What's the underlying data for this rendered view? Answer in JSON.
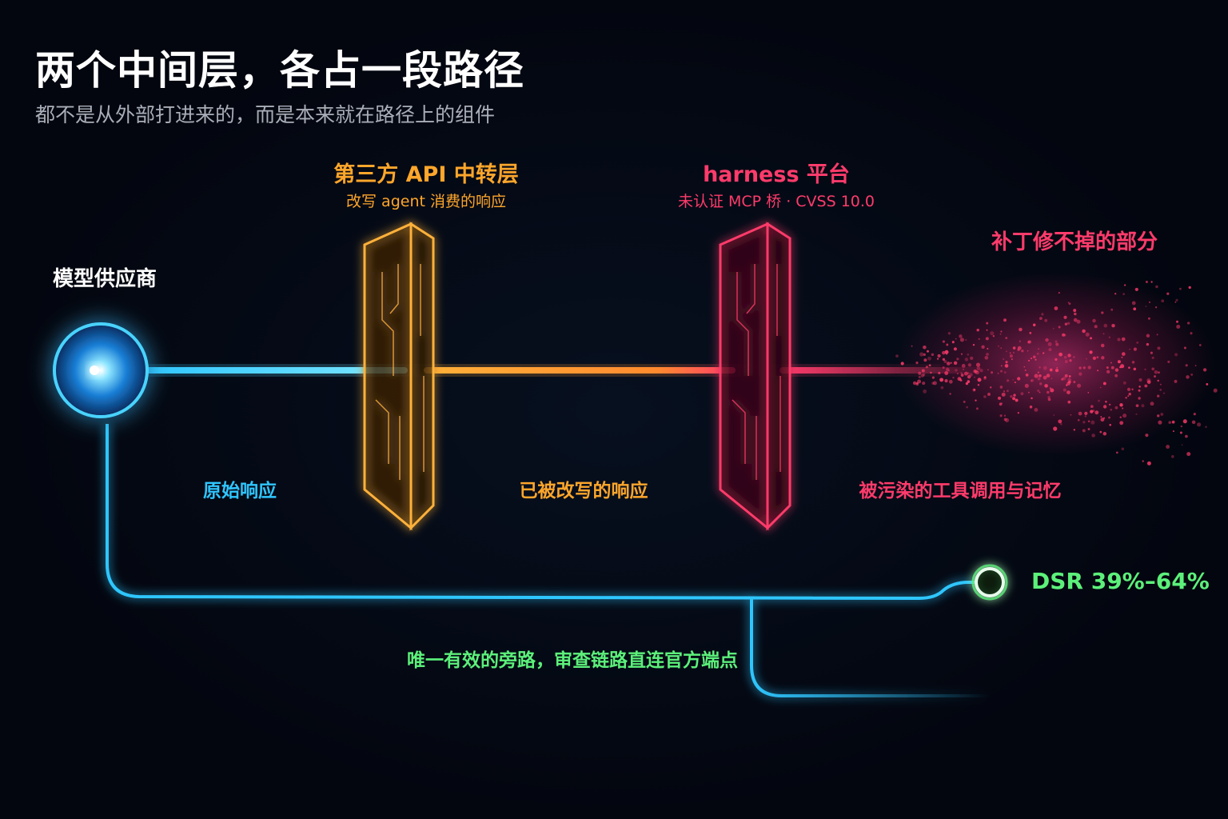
{
  "title": "两个中间层，各占一段路径",
  "subtitle": "都不是从外部打进来的，而是本来就在路径上的组件",
  "source": {
    "label": "模型供应商"
  },
  "layers": [
    {
      "title": "第三方 API 中转层",
      "subtitle": "改写 agent 消费的响应",
      "color": "#ffa62b"
    },
    {
      "title": "harness 平台",
      "subtitle": "未认证 MCP 桥 · CVSS 10.0",
      "color": "#ff3b6b"
    }
  ],
  "tail": {
    "label": "补丁修不掉的部分",
    "color": "#ff3b6b"
  },
  "segments": [
    {
      "label": "原始响应",
      "color": "#2fc6ff"
    },
    {
      "label": "已被改写的响应",
      "color": "#ffa62b"
    },
    {
      "label": "被污染的工具调用与记忆",
      "color": "#ff3b6b"
    }
  ],
  "bypass": {
    "label": "唯一有效的旁路，审查链路直连官方端点",
    "metric": "DSR 39%–64%",
    "color": "#5cf07a",
    "line_color": "#2fc6ff"
  },
  "colors": {
    "background": "#03060f",
    "source": "#2fc6ff"
  }
}
